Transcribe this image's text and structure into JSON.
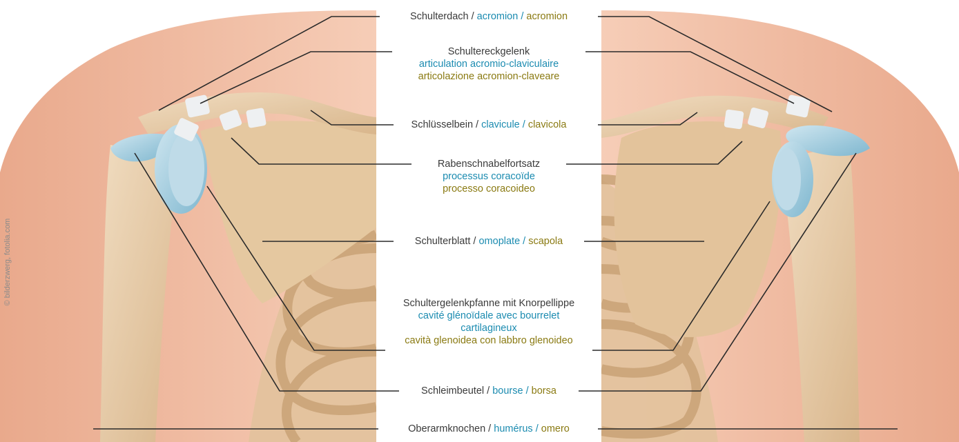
{
  "credit": "© bilderzwerg, fotolia.com",
  "colors": {
    "german": "#3a3a3a",
    "french": "#1b8bb0",
    "italian": "#8a7a12",
    "skin": "#f3c3aa",
    "bone": "#e8cda6",
    "cartilage": "#a9cfe0"
  },
  "labels": {
    "acromion": {
      "de": "Schulterdach",
      "fr": "acromion",
      "it": "acromion"
    },
    "ac_joint": {
      "de": "Schultereckgelenk",
      "fr": "articulation acromio-claviculaire",
      "it": "articolazione acromion-claveare"
    },
    "clavicle": {
      "de": "Schlüsselbein",
      "fr": "clavicule",
      "it": "clavicola"
    },
    "coracoid": {
      "de": "Rabenschnabelfortsatz",
      "fr": "processus coracoïde",
      "it": "processo coracoideo"
    },
    "scapula": {
      "de": "Schulterblatt",
      "fr": "omoplate",
      "it": "scapola"
    },
    "glenoid": {
      "de": "Schultergelenkpfanne mit Knorpellippe",
      "fr_1": "cavité glénoïdale avec bourrelet",
      "fr_2": "cartilagineux",
      "it": "cavità glenoidea con labbro glenoideo"
    },
    "bursa": {
      "de": "Schleimbeutel",
      "fr": "bourse",
      "it": "borsa"
    },
    "humerus": {
      "de": "Oberarmknochen",
      "fr": "humérus",
      "it": "omero"
    }
  },
  "separator": " / "
}
